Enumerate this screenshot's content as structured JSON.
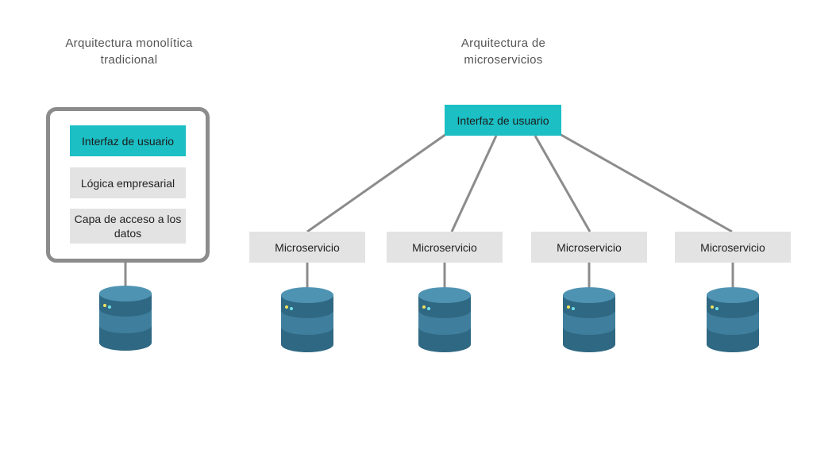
{
  "monolithic": {
    "title": "Arquitectura monolítica tradicional",
    "layers": {
      "ui": "Interfaz de usuario",
      "logic": "Lógica empresarial",
      "data": "Capa de acceso a los datos"
    },
    "database_icon": "database-icon"
  },
  "microservices": {
    "title": "Arquitectura de microservicios",
    "ui": "Interfaz de usuario",
    "services": [
      {
        "label": "Microservicio"
      },
      {
        "label": "Microservicio"
      },
      {
        "label": "Microservicio"
      },
      {
        "label": "Microservicio"
      }
    ],
    "database_icon": "database-icon"
  },
  "colors": {
    "ui_box": "#1bbfc4",
    "layer_box": "#e3e3e3",
    "frame": "#8c8c8c",
    "connector": "#8c8c8c",
    "db_dark": "#2f6883",
    "db_mid": "#3f7f9d",
    "db_top": "#4f93b3",
    "led_yellow": "#f2e35c",
    "led_cyan": "#6fe0e8"
  }
}
